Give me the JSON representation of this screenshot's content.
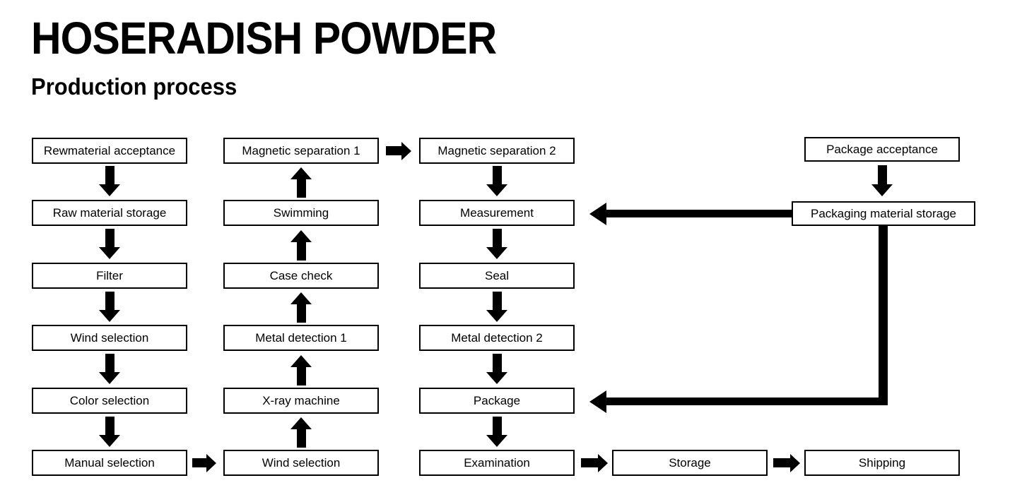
{
  "header": {
    "title": "HOSERADISH POWDER",
    "subtitle": "Production process"
  },
  "diagram": {
    "type": "flowchart",
    "columns": [
      {
        "id": "column-1",
        "direction": "top-to-bottom",
        "nodes": [
          "Rewmaterial acceptance",
          "Raw material storage",
          "Filter",
          "Wind selection",
          "Color selection",
          "Manual selection"
        ]
      },
      {
        "id": "column-2",
        "direction": "bottom-to-top",
        "nodes": [
          "Magnetic separation 1",
          "Swimming",
          "Case check",
          "Metal detection 1",
          "X-ray machine",
          "Wind selection"
        ]
      },
      {
        "id": "column-3",
        "direction": "top-to-bottom",
        "nodes": [
          "Magnetic separation 2",
          "Measurement",
          "Seal",
          "Metal detection 2",
          "Package",
          "Examination"
        ]
      },
      {
        "id": "column-4",
        "direction": "left-to-right",
        "nodes": [
          "Storage",
          "Shipping"
        ]
      },
      {
        "id": "packaging-column",
        "direction": "top-to-bottom",
        "nodes": [
          "Package acceptance",
          "Packaging material storage"
        ]
      }
    ],
    "connectors": [
      {
        "id": "manual-selection-to-wind-selection",
        "from": "Manual selection",
        "to": "Wind selection",
        "direction": "right"
      },
      {
        "id": "magnetic-1-to-magnetic-2",
        "from": "Magnetic separation 1",
        "to": "Magnetic separation 2",
        "direction": "right"
      },
      {
        "id": "examination-to-storage",
        "from": "Examination",
        "to": "Storage",
        "direction": "right"
      },
      {
        "id": "storage-to-shipping",
        "from": "Storage",
        "to": "Shipping",
        "direction": "right"
      },
      {
        "id": "packaging-storage-to-measurement",
        "from": "Packaging material storage",
        "to": "Measurement",
        "direction": "left"
      },
      {
        "id": "packaging-storage-to-package",
        "from": "Packaging material storage",
        "to": "Package",
        "direction": "elbow-down-left"
      }
    ]
  },
  "colors": {
    "stroke": "#000000",
    "fill": "#ffffff",
    "text": "#000000"
  }
}
